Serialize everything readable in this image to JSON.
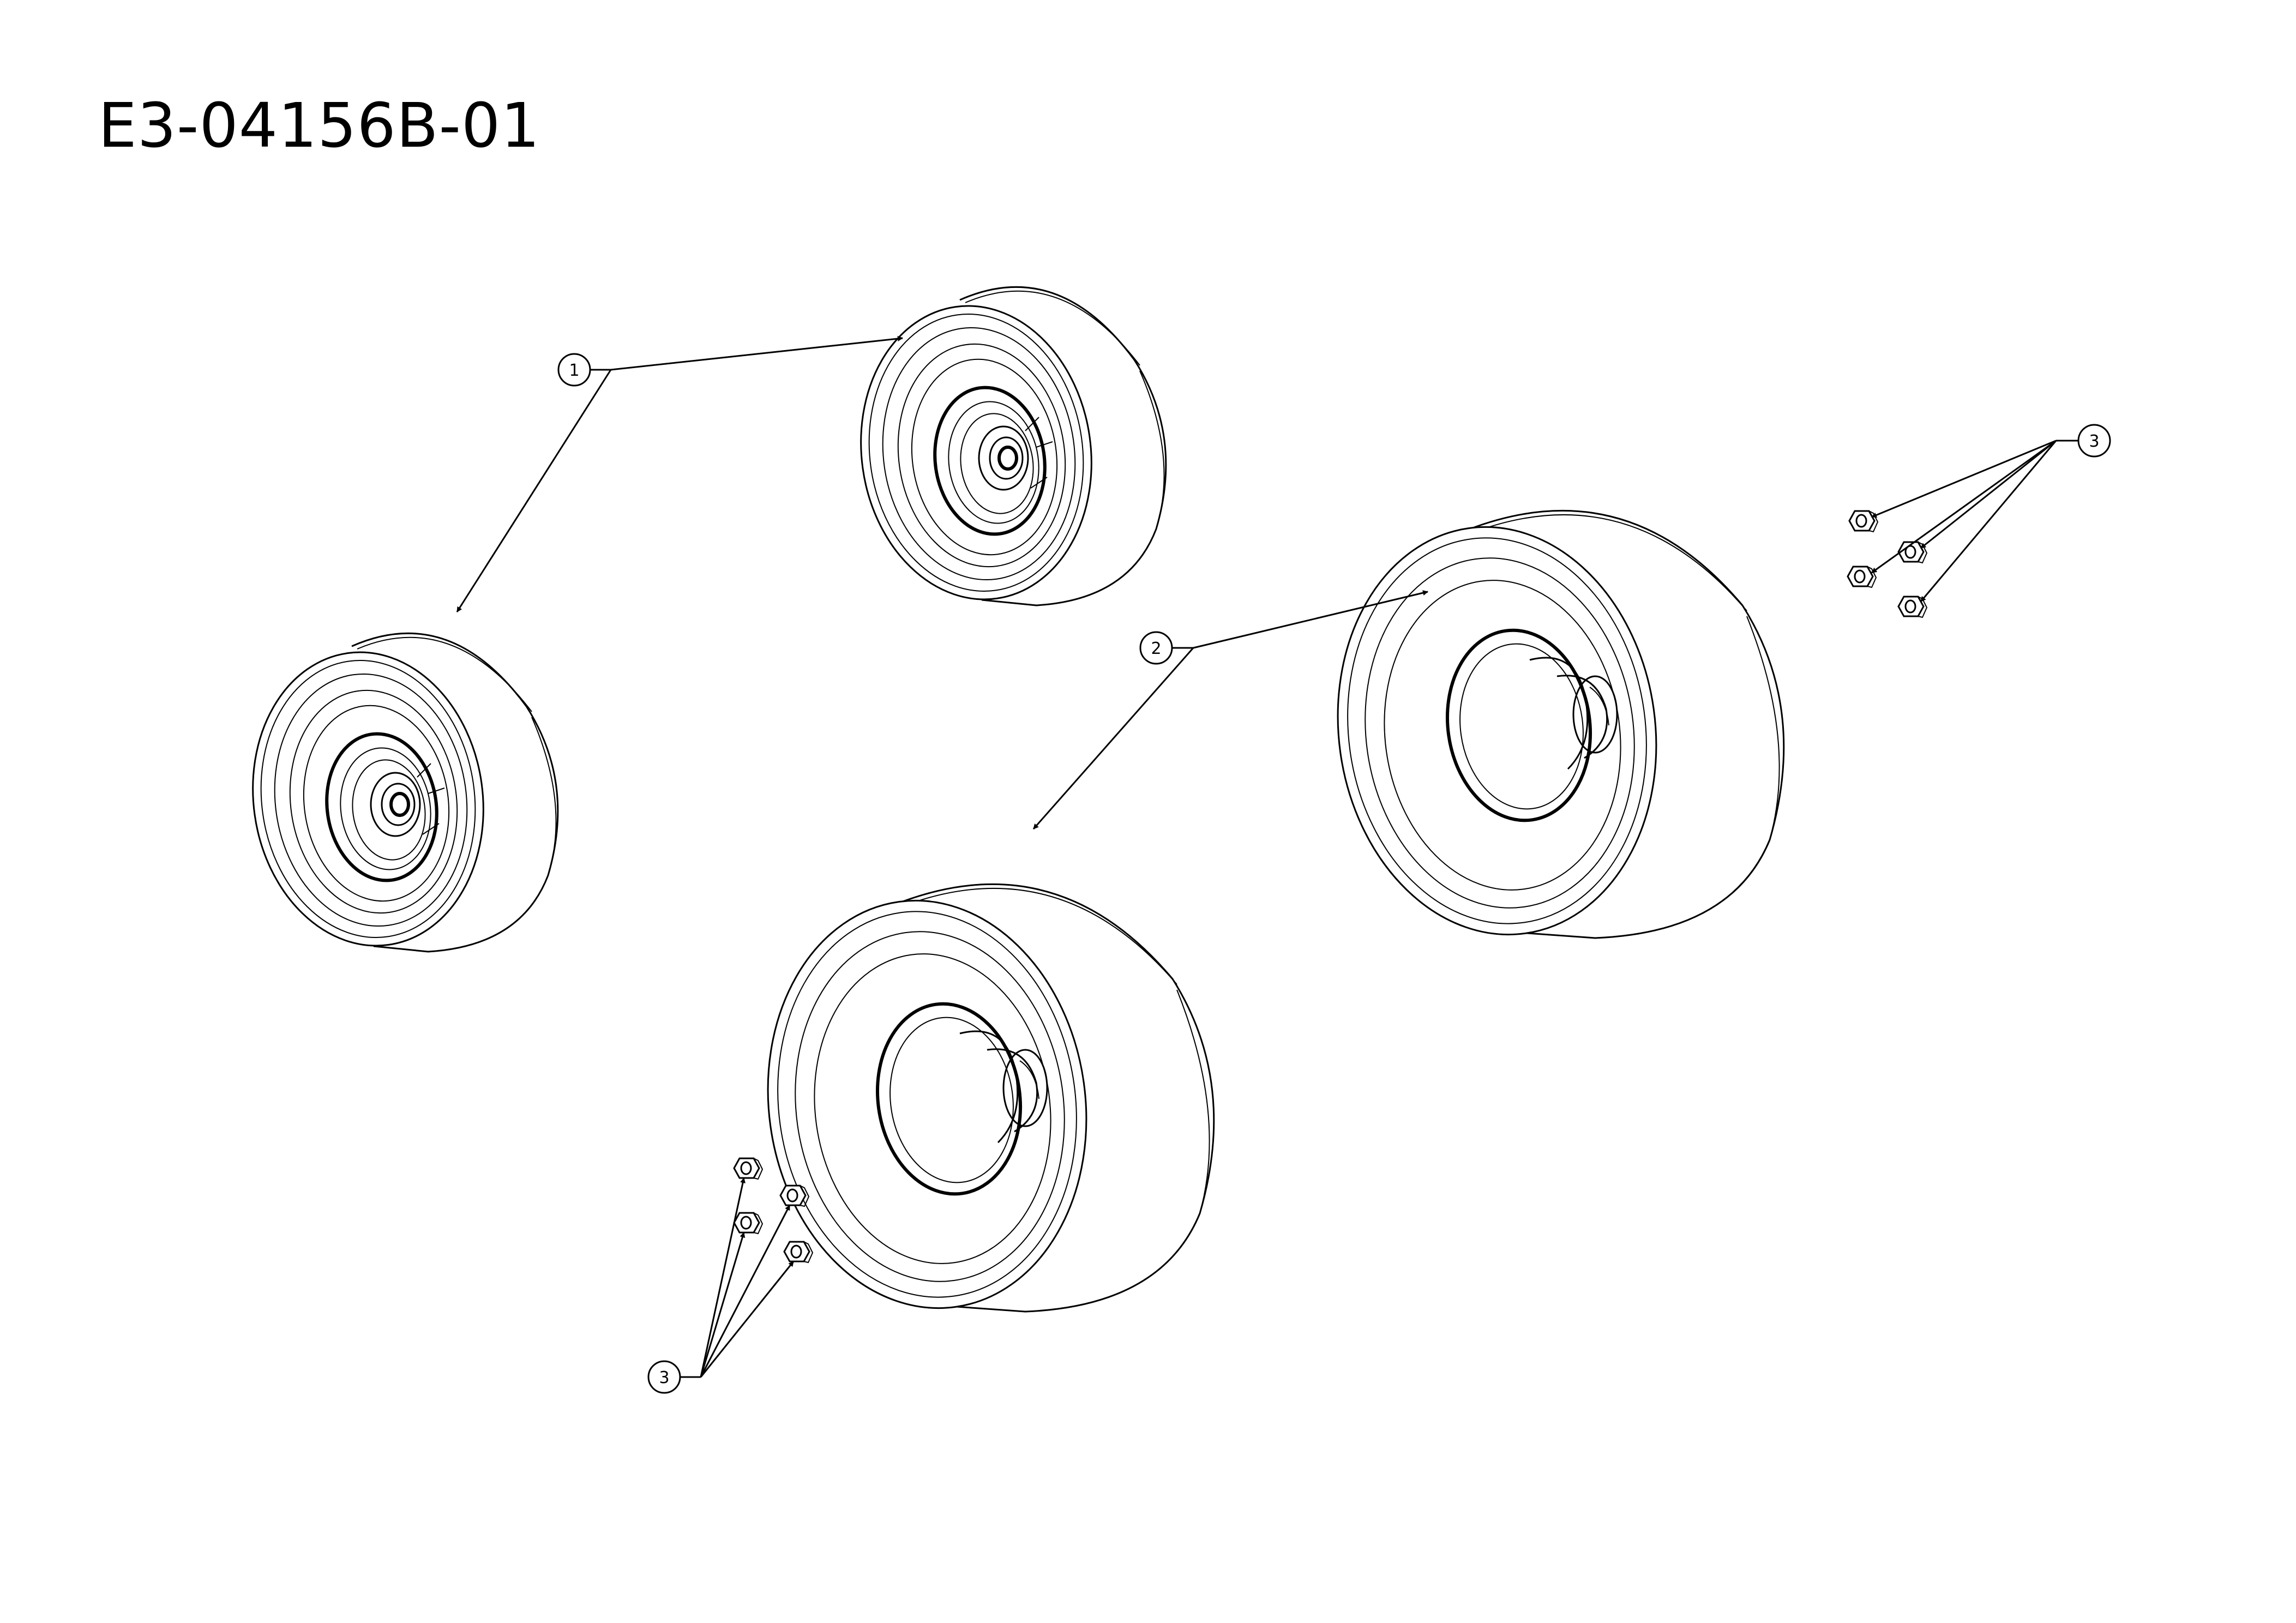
{
  "drawing": {
    "number": "E3-04156B-01"
  },
  "callouts": [
    {
      "id": "callout-1",
      "label": "1",
      "part": "front-wheel"
    },
    {
      "id": "callout-2",
      "label": "2",
      "part": "rear-wheel"
    },
    {
      "id": "callout-3-right",
      "label": "3",
      "part": "lug-nut"
    },
    {
      "id": "callout-3-left",
      "label": "3",
      "part": "lug-nut"
    }
  ],
  "icons": [
    "front-wheel-icon",
    "rear-wheel-icon",
    "lug-nut-icon"
  ],
  "colors": {
    "line": "#000000",
    "background": "#ffffff"
  }
}
